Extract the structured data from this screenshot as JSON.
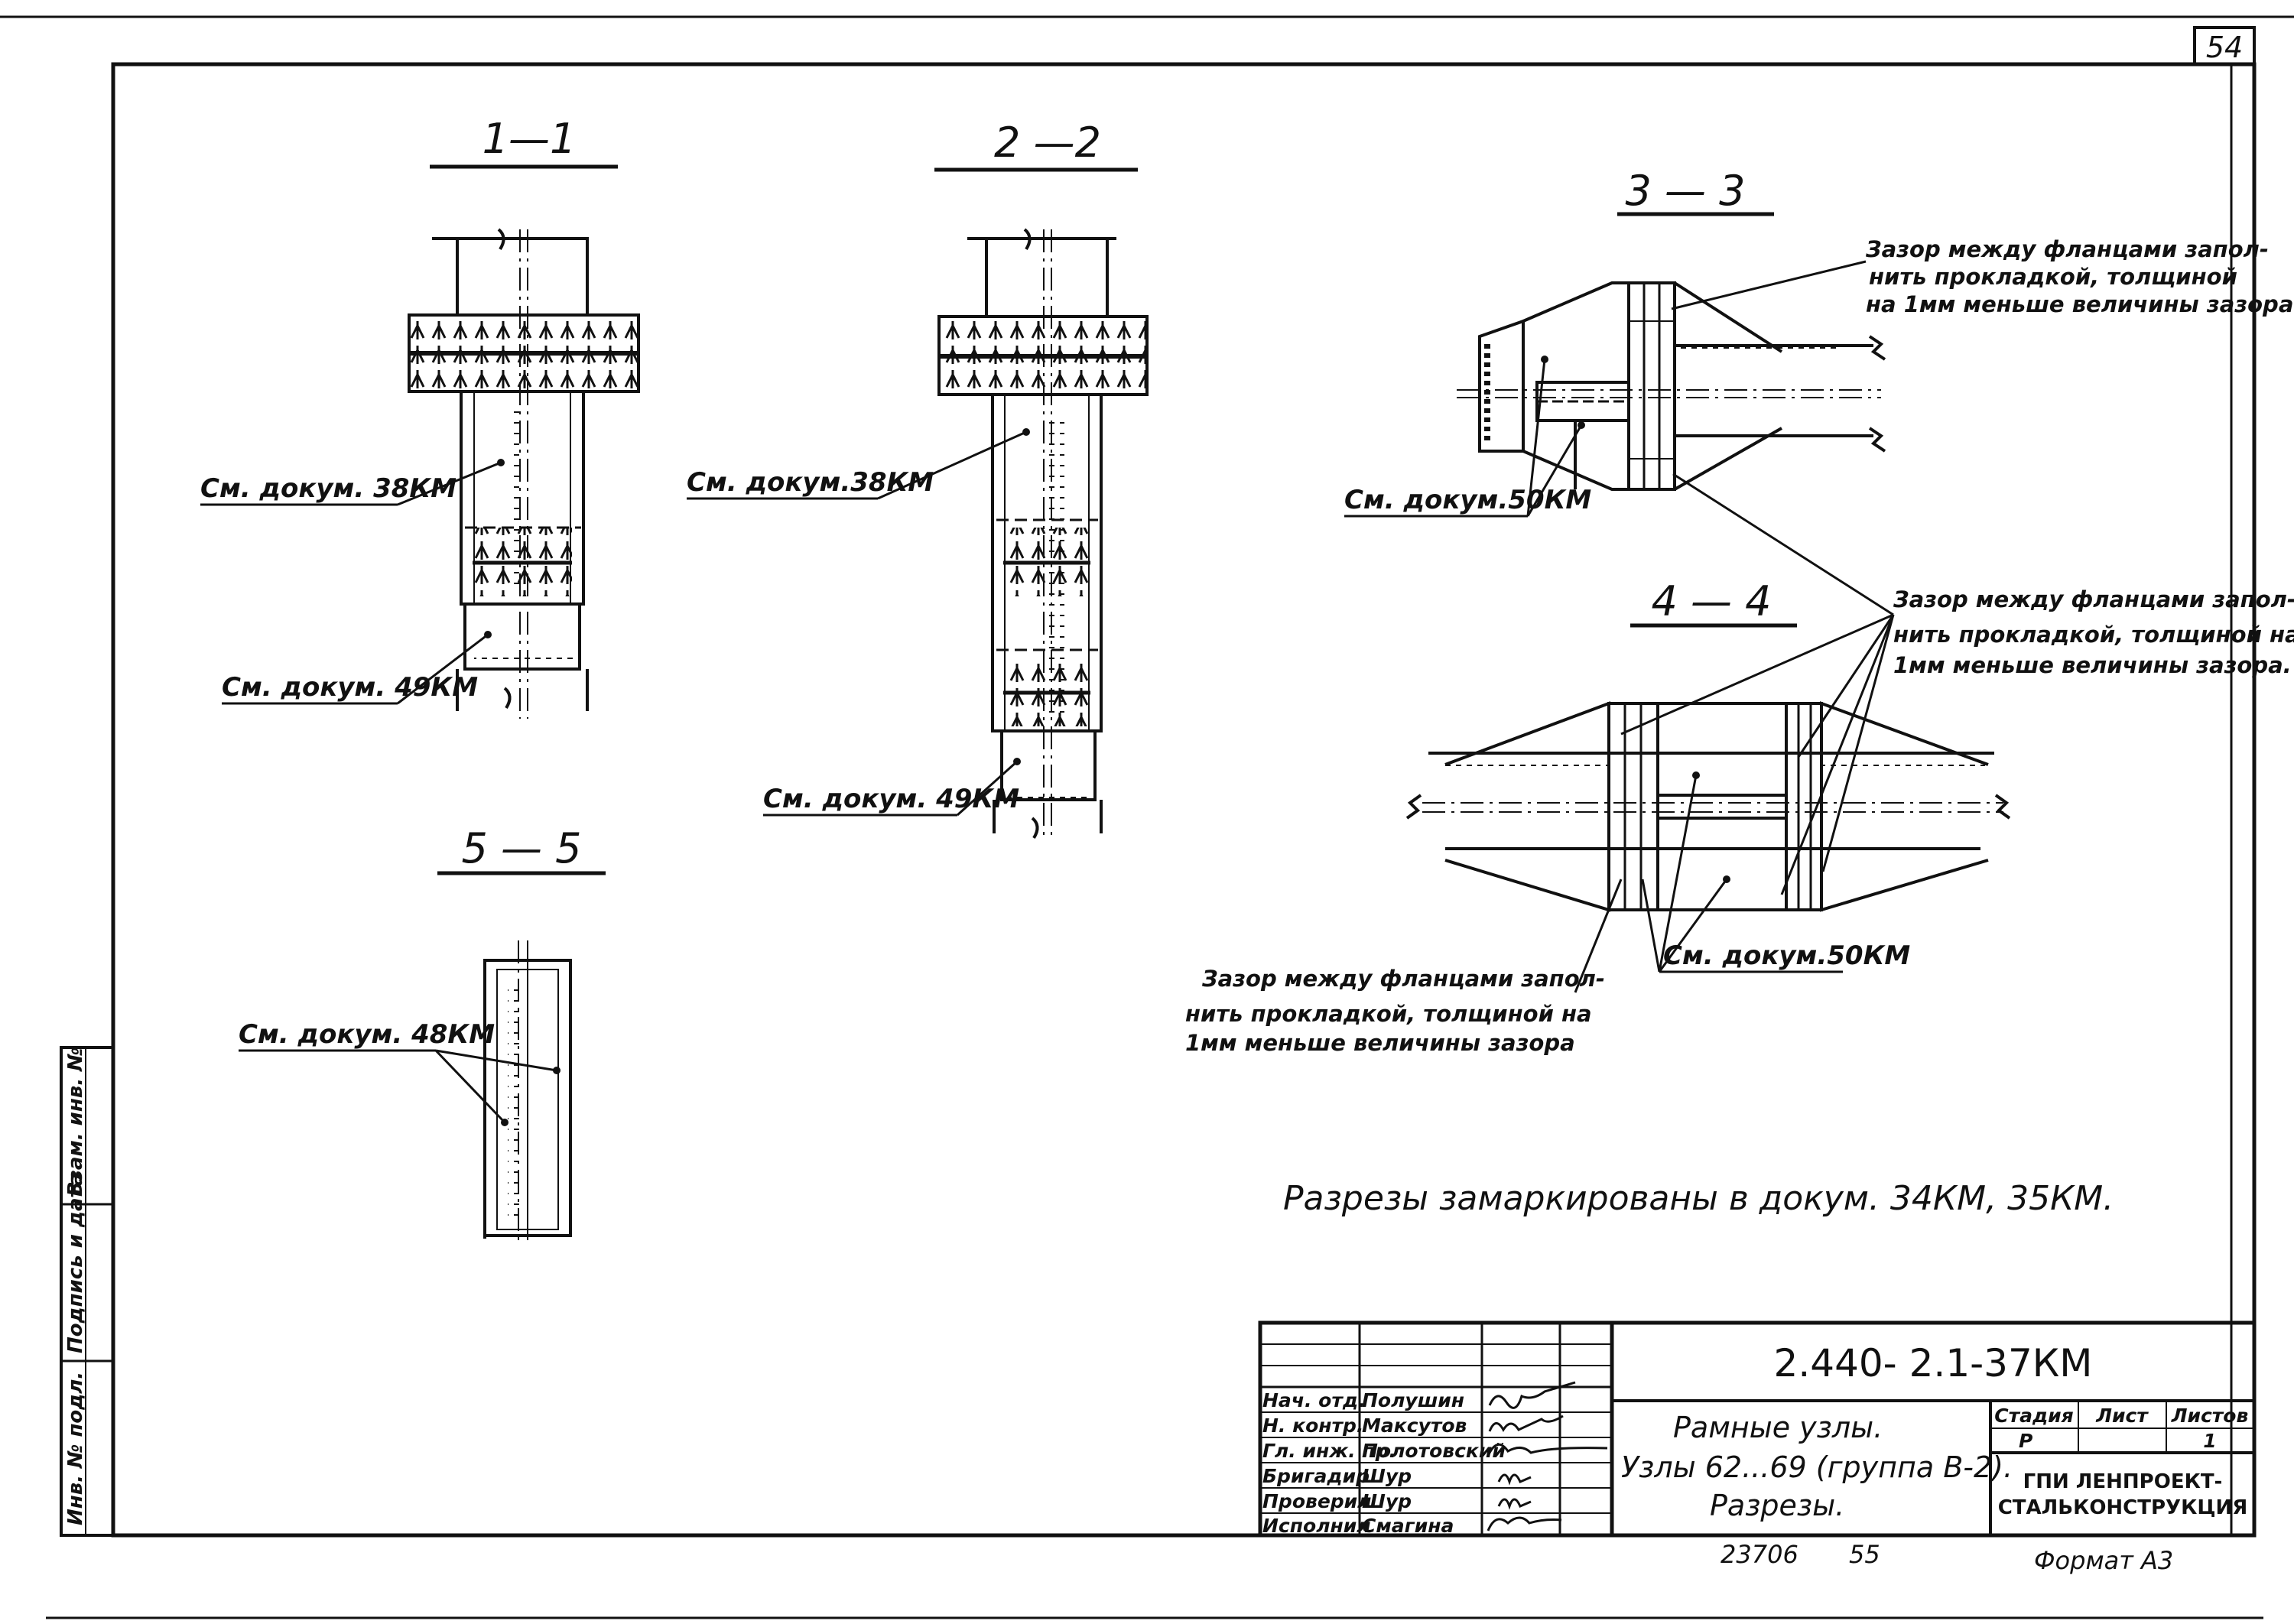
{
  "sheet": {
    "number": "54",
    "document_code": "2.440- 2.1-37КМ",
    "note_main": "Разрезы замаркированы в докум. 34КМ, 35КМ.",
    "format": "Формат А3",
    "inventory": "23706",
    "copy_number": "55"
  },
  "sections": {
    "s1": "1—1",
    "s2": "2 —2",
    "s3": "3 — 3",
    "s4": "4 — 4",
    "s5": "5 — 5"
  },
  "refs": {
    "doc38_1": "См. докум. 38КМ",
    "doc49_1": "См. докум. 49КМ",
    "doc38_2": "См. докум.38КМ",
    "doc49_2": "См. докум. 49КМ",
    "doc50_3": "См. докум.50КМ",
    "doc50_4": "См. докум.50КМ",
    "doc48_5": "См. докум. 48КМ"
  },
  "notes": {
    "gap3": [
      "Зазор между фланцами запол-",
      "нить прокладкой, толщиной",
      "на 1мм меньше величины зазора."
    ],
    "gap4": [
      "Зазор между фланцами запол-",
      "нить прокладкой, толщиной на",
      "1мм меньше величины зазора."
    ],
    "gap_bottom": [
      "Зазор  между фланцами запол-",
      "нить прокладкой, толщиной на",
      "1мм меньше величины зазора"
    ]
  },
  "stamp_column": [
    "Инв. № подл.",
    "Подпись и дата",
    "Взам. инв. №"
  ],
  "title_block": {
    "roles": [
      "Нач. отд.",
      "Н. контр.",
      "Гл. инж. пр.",
      "Бригадир",
      "Проверил",
      "Исполнил"
    ],
    "names": [
      "Полушин",
      "Максутов",
      "Полотовский",
      "Шур",
      "Шур",
      "Смагина"
    ],
    "title_lines": [
      "Рамные узлы.",
      "Узлы 62...69 (группа В-2).",
      "Разрезы."
    ],
    "stage_header": "Стадия",
    "sheet_header": "Лист",
    "sheets_header": "Листов",
    "stage_value": "Р",
    "sheets_value": "1",
    "organization": [
      "ГПИ ЛЕНПРОЕКТ-",
      "СТАЛЬКОНСТРУКЦИЯ"
    ]
  }
}
